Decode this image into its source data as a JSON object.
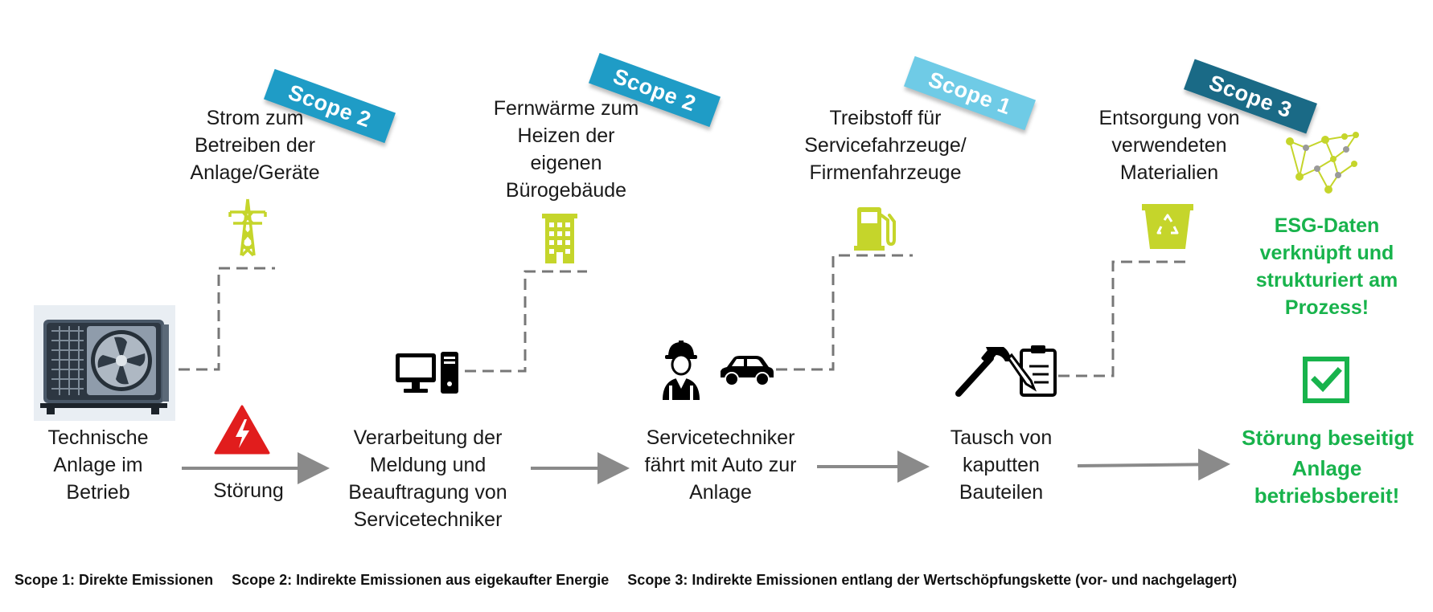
{
  "stages": [
    {
      "label": "Technische Anlage im Betrieb"
    },
    {
      "label": "Verarbeitung der Meldung und Beauftragung von Servicetechniker"
    },
    {
      "label": "Servicetechniker fährt mit Auto zur Anlage"
    },
    {
      "label": "Tausch von kaputten Bauteilen"
    }
  ],
  "stoerung_label": "Störung",
  "emission_sources": [
    {
      "scope_tag": "Scope 2",
      "label": "Strom zum Betreiben der Anlage/Geräte",
      "icon": "power-pylon-icon",
      "tag_color": "#1f9cc6"
    },
    {
      "scope_tag": "Scope 2",
      "label": "Fernwärme zum Heizen der eigenen Bürogebäude",
      "icon": "office-building-icon",
      "tag_color": "#1f9cc6"
    },
    {
      "scope_tag": "Scope 1",
      "label": "Treibstoff für Servicefahrzeuge/ Firmenfahrzeuge",
      "icon": "fuel-pump-icon",
      "tag_color": "#6fcbe6"
    },
    {
      "scope_tag": "Scope 3",
      "label": "Entsorgung von verwendeten Materialien",
      "icon": "recycling-bin-icon",
      "tag_color": "#1a6a86"
    }
  ],
  "esg_text": "ESG-Daten verknüpft und strukturiert am Prozess!",
  "result": {
    "line1": "Störung beseitigt",
    "line2": "Anlage betriebsbereit!"
  },
  "footer": {
    "scope1": "Scope 1: Direkte Emissionen",
    "scope2": "Scope 2: Indirekte Emissionen aus eigekaufter Energie",
    "scope3": "Scope 3: Indirekte Emissionen entlang der Wertschöpfungskette (vor- und nachgelagert)"
  },
  "colors": {
    "icon_lime": "#c5d52b",
    "esg_green": "#18b34c",
    "warning_red": "#e11d1d",
    "arrow_gray": "#8a8a8a"
  }
}
